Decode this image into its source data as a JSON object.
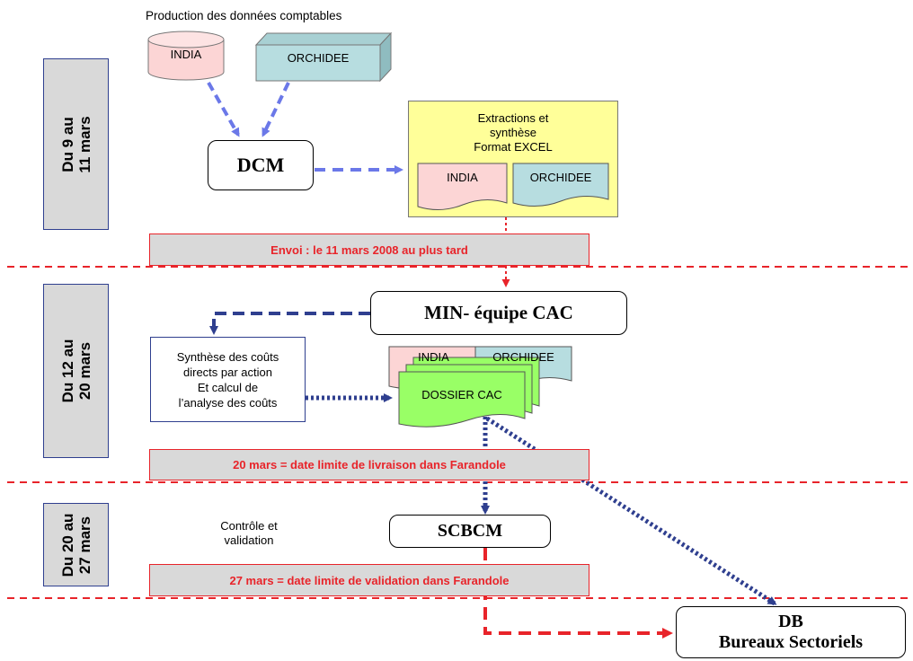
{
  "header": {
    "title": "Production des données comptables"
  },
  "sources": {
    "india": "INDIA",
    "orchidee": "ORCHIDEE"
  },
  "phases": [
    {
      "line1": "Du 9 au",
      "line2": "11 mars"
    },
    {
      "line1": "Du 12 au",
      "line2": "20 mars"
    },
    {
      "line1": "Du 20 au",
      "line2": "27 mars"
    }
  ],
  "nodes": {
    "dcm": "DCM",
    "min": "MIN- équipe CAC",
    "scbcm": "SCBCM",
    "db_line1": "DB",
    "db_line2": "Bureaux Sectoriels"
  },
  "extraction": {
    "line1": "Extractions et",
    "line2": "synthèse",
    "line3": "Format EXCEL",
    "doc1": "INDIA",
    "doc2": "ORCHIDEE"
  },
  "synthese": {
    "line1": "Synthèse des coûts",
    "line2": "directs par action",
    "line3": "Et calcul de",
    "line4": "l’analyse des coûts"
  },
  "dossier": {
    "doc1": "INDIA",
    "doc2": "ORCHIDEE",
    "main": "DOSSIER CAC"
  },
  "controle": {
    "line1": "Contrôle et",
    "line2": "validation"
  },
  "banners": {
    "b1": "Envoi : le 11 mars 2008 au plus tard",
    "b2": "20 mars = date limite de livraison dans Farandole",
    "b3": "27 mars = date limite de validation dans Farandole"
  },
  "colors": {
    "red": "#e8242a",
    "navy": "#2f3f8f",
    "lightblue_arrow": "#6b78e8",
    "phase_fill": "#d9d9d9",
    "yellow": "#ffff99",
    "pink": "#fcd5d5",
    "teal": "#b7dde0",
    "green": "#99ff66"
  }
}
